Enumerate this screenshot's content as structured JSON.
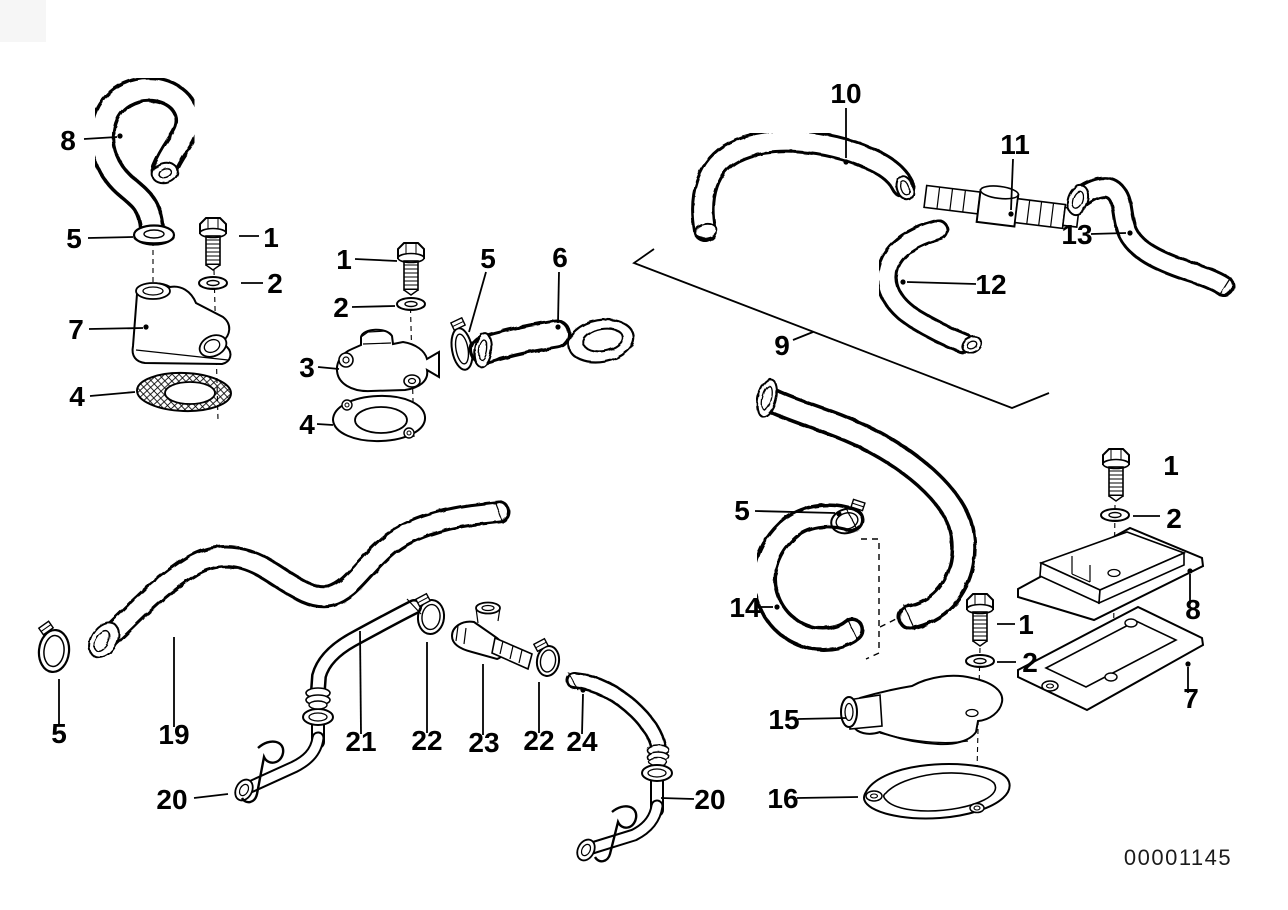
{
  "doc_number": "00001145",
  "callouts": [
    {
      "label": "8"
    },
    {
      "label": "5"
    },
    {
      "label": "1"
    },
    {
      "label": "2"
    },
    {
      "label": "7"
    },
    {
      "label": "4"
    },
    {
      "label": "1"
    },
    {
      "label": "2"
    },
    {
      "label": "3"
    },
    {
      "label": "4"
    },
    {
      "label": "5"
    },
    {
      "label": "6"
    },
    {
      "label": "10"
    },
    {
      "label": "11"
    },
    {
      "label": "12"
    },
    {
      "label": "13"
    },
    {
      "label": "9"
    },
    {
      "label": "5"
    },
    {
      "label": "14"
    },
    {
      "label": "1"
    },
    {
      "label": "2"
    },
    {
      "label": "15"
    },
    {
      "label": "16"
    },
    {
      "label": "1"
    },
    {
      "label": "2"
    },
    {
      "label": "8"
    },
    {
      "label": "7"
    },
    {
      "label": "5"
    },
    {
      "label": "19"
    },
    {
      "label": "20"
    },
    {
      "label": "21"
    },
    {
      "label": "22"
    },
    {
      "label": "23"
    },
    {
      "label": "22"
    },
    {
      "label": "24"
    },
    {
      "label": "20"
    }
  ],
  "colors": {
    "line": "#000000",
    "background": "#ffffff"
  }
}
